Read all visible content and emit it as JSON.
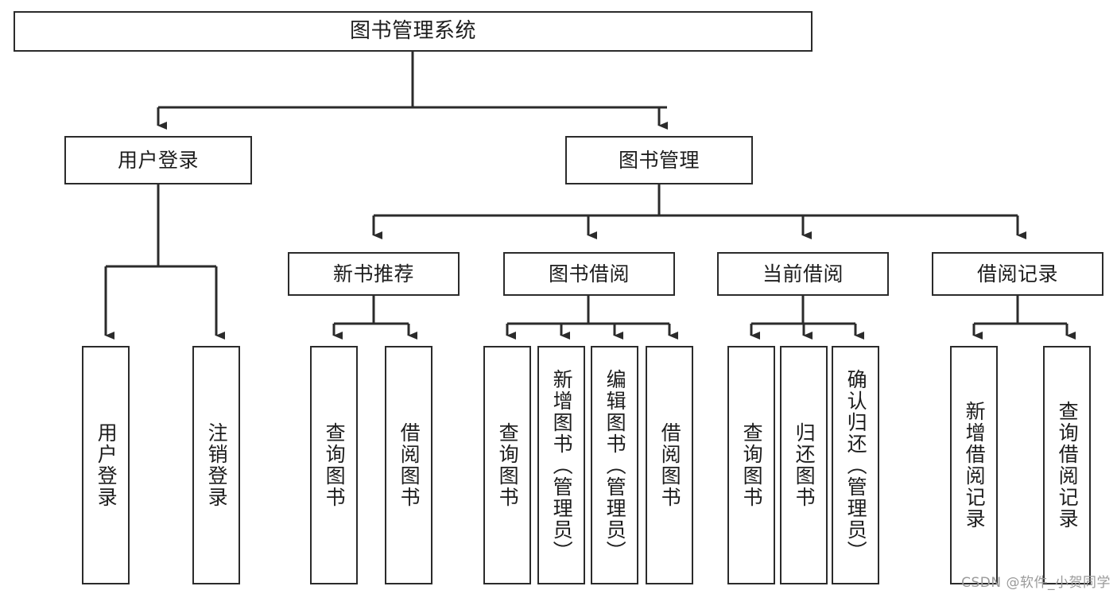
{
  "diagram": {
    "title": "图书管理系统",
    "type": "hierarchy-tree",
    "watermark": "CSDN @软件_小贺同学",
    "line_color": "#2b2b2b",
    "box_fill": "#ffffff",
    "text_color": "#1d1d1d"
  },
  "nodes": {
    "root": {
      "label": "图书管理系统",
      "level": 1
    },
    "l2": [
      {
        "id": "user-login",
        "label": "用户登录",
        "level": 2
      },
      {
        "id": "book-manage",
        "label": "图书管理",
        "level": 2
      }
    ],
    "l3": [
      {
        "id": "new-book-recommend",
        "label": "新书推荐",
        "level": 3,
        "parent": "book-manage"
      },
      {
        "id": "book-borrow",
        "label": "图书借阅",
        "level": 3,
        "parent": "book-manage"
      },
      {
        "id": "current-borrow",
        "label": "当前借阅",
        "level": 3,
        "parent": "book-manage"
      },
      {
        "id": "borrow-record",
        "label": "借阅记录",
        "level": 3,
        "parent": "book-manage"
      }
    ],
    "leaves": [
      {
        "id": "leaf-user-login",
        "label": "用户登录",
        "parent": "user-login"
      },
      {
        "id": "leaf-user-logout",
        "label": "注销登录",
        "parent": "user-login"
      },
      {
        "id": "leaf-query-book-1",
        "label": "查询图书",
        "parent": "new-book-recommend"
      },
      {
        "id": "leaf-borrow-book-1",
        "label": "借阅图书",
        "parent": "new-book-recommend"
      },
      {
        "id": "leaf-query-book-2",
        "label": "查询图书",
        "parent": "book-borrow"
      },
      {
        "id": "leaf-add-book",
        "label": "新增图书（管理员）",
        "parent": "book-borrow"
      },
      {
        "id": "leaf-edit-book",
        "label": "编辑图书（管理员）",
        "parent": "book-borrow"
      },
      {
        "id": "leaf-borrow-book-2",
        "label": "借阅图书",
        "parent": "book-borrow"
      },
      {
        "id": "leaf-query-book-3",
        "label": "查询图书",
        "parent": "current-borrow"
      },
      {
        "id": "leaf-return-book",
        "label": "归还图书",
        "parent": "current-borrow"
      },
      {
        "id": "leaf-confirm-return",
        "label": "确认归还（管理员）",
        "parent": "current-borrow"
      },
      {
        "id": "leaf-add-record",
        "label": "新增借阅记录",
        "parent": "borrow-record"
      },
      {
        "id": "leaf-query-record",
        "label": "查询借阅记录",
        "parent": "borrow-record"
      }
    ]
  }
}
